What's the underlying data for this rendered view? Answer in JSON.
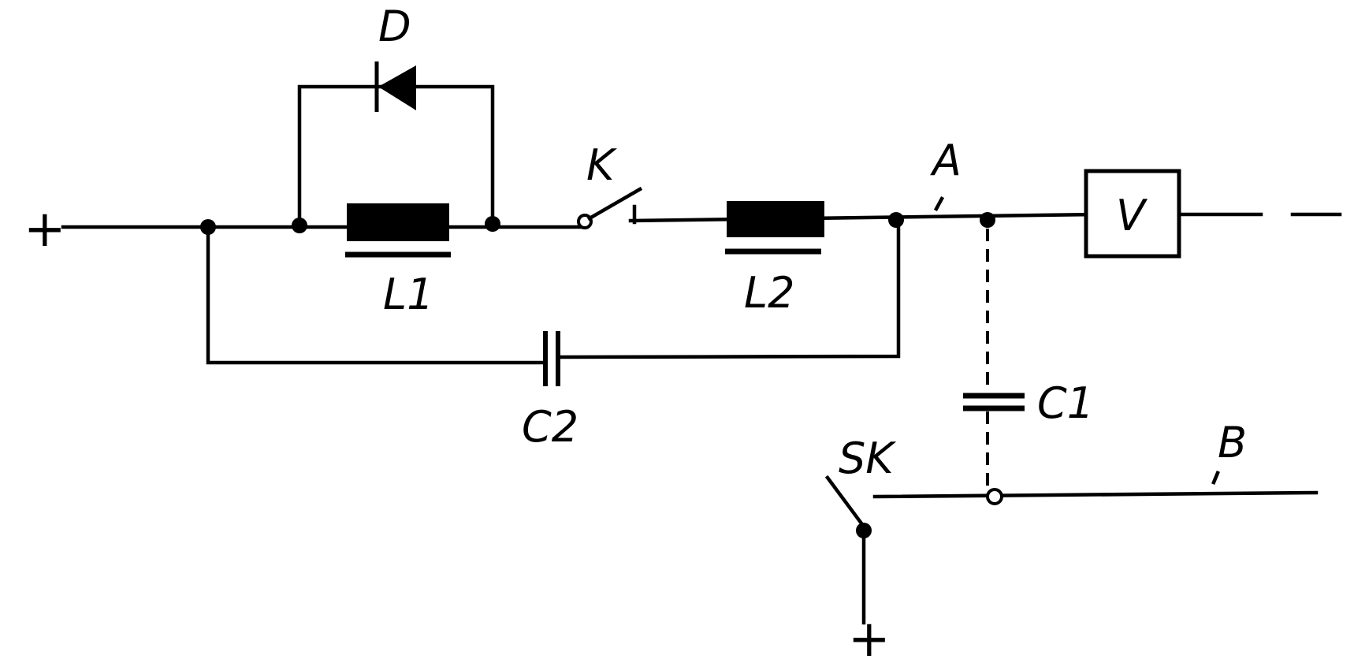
{
  "labels": {
    "diode": "D",
    "coil1": "L1",
    "coil2": "L2",
    "switch_k": "K",
    "node_a": "A",
    "meter": "V",
    "cap1": "C1",
    "cap2": "C2",
    "switch_sk": "SK",
    "line_b": "B",
    "plus_left": "+",
    "plus_bottom": "+"
  }
}
